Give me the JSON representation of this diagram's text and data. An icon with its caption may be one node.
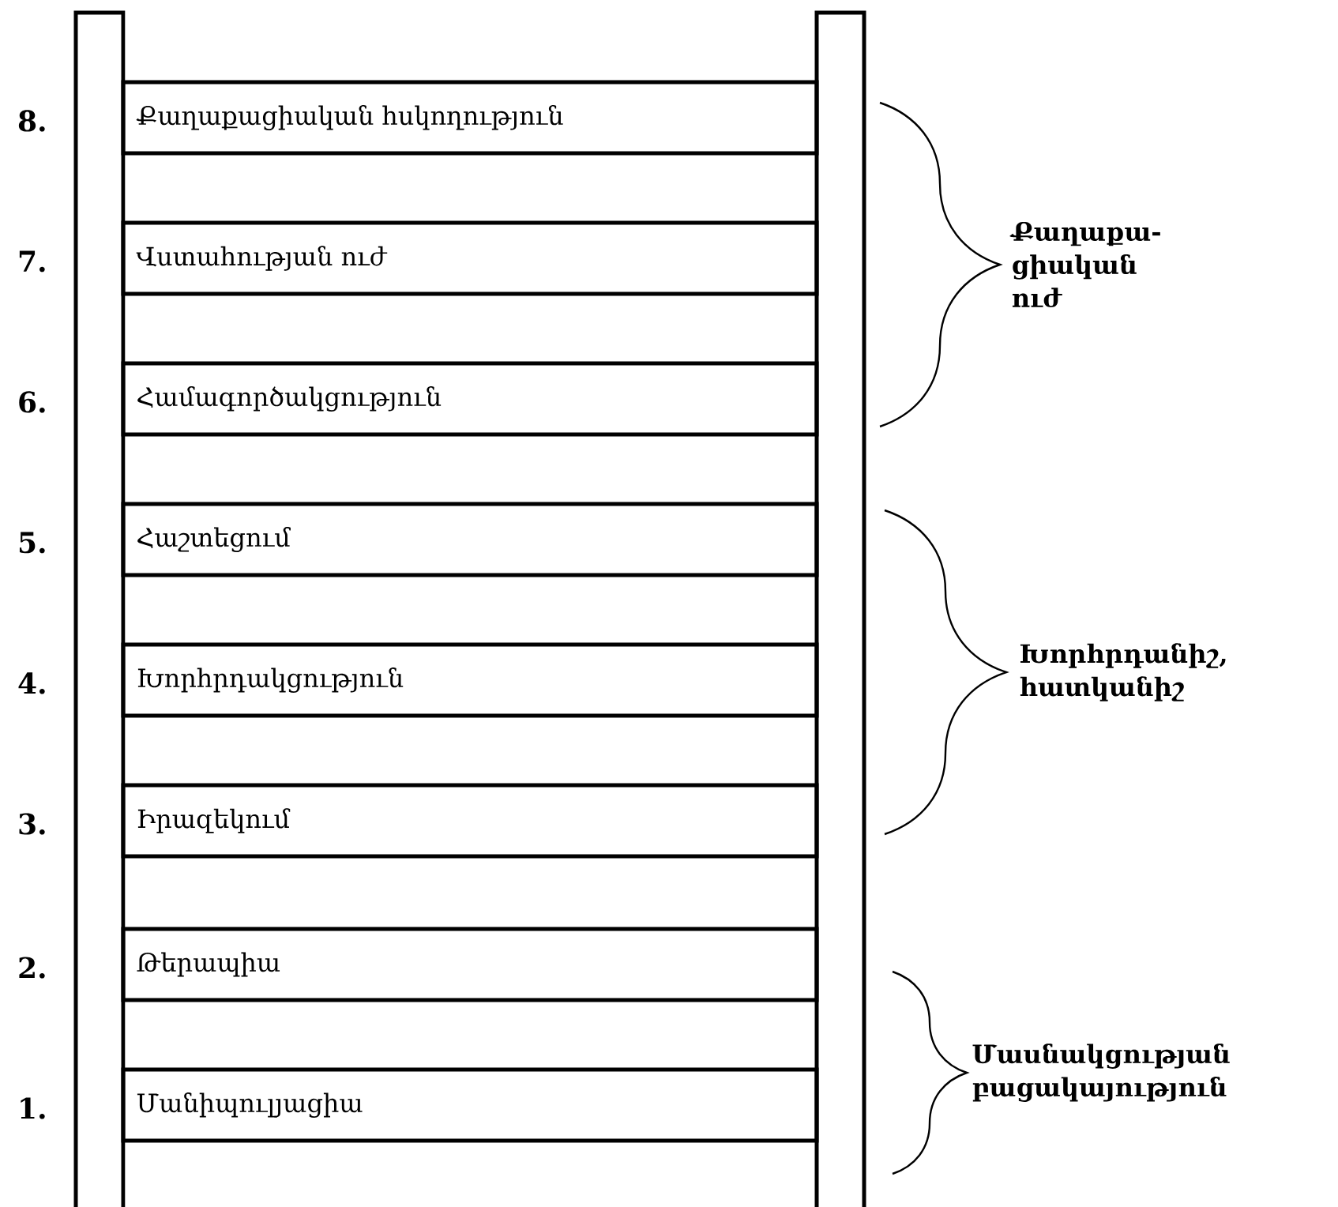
{
  "diagram": {
    "nodes": [
      {
        "text": [
          "Քաղաքացիական հսկողություն"
        ],
        "beside": [
          "8."
        ]
      },
      {
        "text": [
          "Վստահության ուժ"
        ],
        "beside": [
          "7."
        ]
      },
      {
        "text": [
          "Համագործակցություն"
        ],
        "beside": [
          "6."
        ]
      },
      {
        "text": [
          "Հաշտեցում"
        ],
        "beside": [
          "5."
        ]
      },
      {
        "text": [
          "Խորհրդակցություն"
        ],
        "beside": [
          "4."
        ]
      },
      {
        "text": [
          "Իրազեկում"
        ],
        "beside": [
          "3."
        ]
      },
      {
        "text": [
          "Թերապիա"
        ],
        "beside": [
          "2."
        ]
      },
      {
        "text": [
          "Մանիպուլյացիա"
        ],
        "beside": [
          "1."
        ]
      }
    ],
    "labels": [
      "Քաղաքա- ցիական ուժ",
      "Խորհրդանիշ, հատկանիշ",
      "Մասնակցության բացակայություն"
    ]
  }
}
